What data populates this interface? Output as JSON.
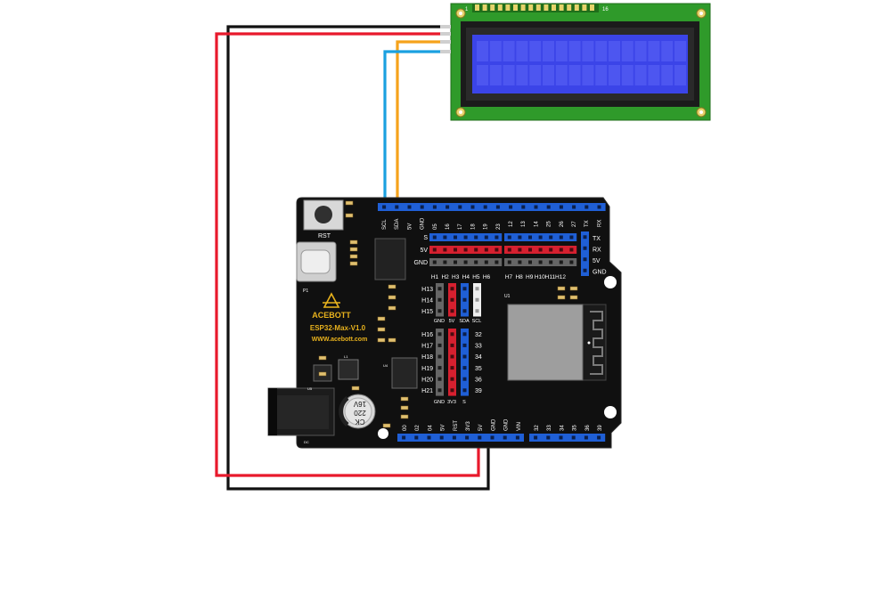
{
  "board": {
    "brand": "ACEBOTT",
    "model": "ESP32-Max-V1.0",
    "website": "WWW.acebott.com",
    "reset_label": "RST",
    "usb_label": "P1",
    "dc_jack_label": "DC",
    "capacitor_text": [
      "CK",
      "220",
      "16V"
    ],
    "chip_labels": {
      "u1": "U1",
      "u4": "U4",
      "u5": "U5",
      "l1": "L1"
    },
    "top_header_labels": [
      "SCL",
      "SDA",
      "5V",
      "GND",
      "05",
      "16",
      "17",
      "18",
      "19",
      "23"
    ],
    "top_right_header_labels": [
      "12",
      "13",
      "14",
      "25",
      "26",
      "27",
      "TX",
      "RX"
    ],
    "bottom_header_labels": [
      "00",
      "02",
      "04",
      "5V",
      "RST",
      "3V3",
      "5V",
      "GND",
      "GND",
      "VIN"
    ],
    "bottom_right_header_labels": [
      "32",
      "33",
      "34",
      "35",
      "36",
      "39"
    ],
    "row_labels_left": [
      "S",
      "5V",
      "GND"
    ],
    "h_labels_left": [
      "H1",
      "H2",
      "H3",
      "H4",
      "H5",
      "H6"
    ],
    "h_labels_right": [
      "H7",
      "H8",
      "H9",
      "H10",
      "H11",
      "H12"
    ],
    "right_side_labels": [
      "TX",
      "RX",
      "5V",
      "GND"
    ],
    "mid_h_labels": [
      "H13",
      "H14",
      "H15"
    ],
    "mid_h_col_labels": [
      "GND",
      "5V",
      "SDA",
      "SCL"
    ],
    "low_h_labels": [
      "H16",
      "H17",
      "H18",
      "H19",
      "H20",
      "H21"
    ],
    "low_pin_labels": [
      "32",
      "33",
      "34",
      "35",
      "36",
      "39"
    ],
    "low_col_labels": [
      "GND",
      "3V3",
      "S"
    ]
  },
  "lcd": {
    "pin_label_left": "1",
    "pin_label_right": "16",
    "screen_color": "#3b44e8",
    "pcb_color": "#2f9a2a"
  },
  "wires": [
    {
      "name": "vcc-wire",
      "color": "#e8192c"
    },
    {
      "name": "gnd-wire",
      "color": "#111111"
    },
    {
      "name": "sda-wire",
      "color": "#f5a21b"
    },
    {
      "name": "scl-wire",
      "color": "#1aa0e0"
    }
  ]
}
